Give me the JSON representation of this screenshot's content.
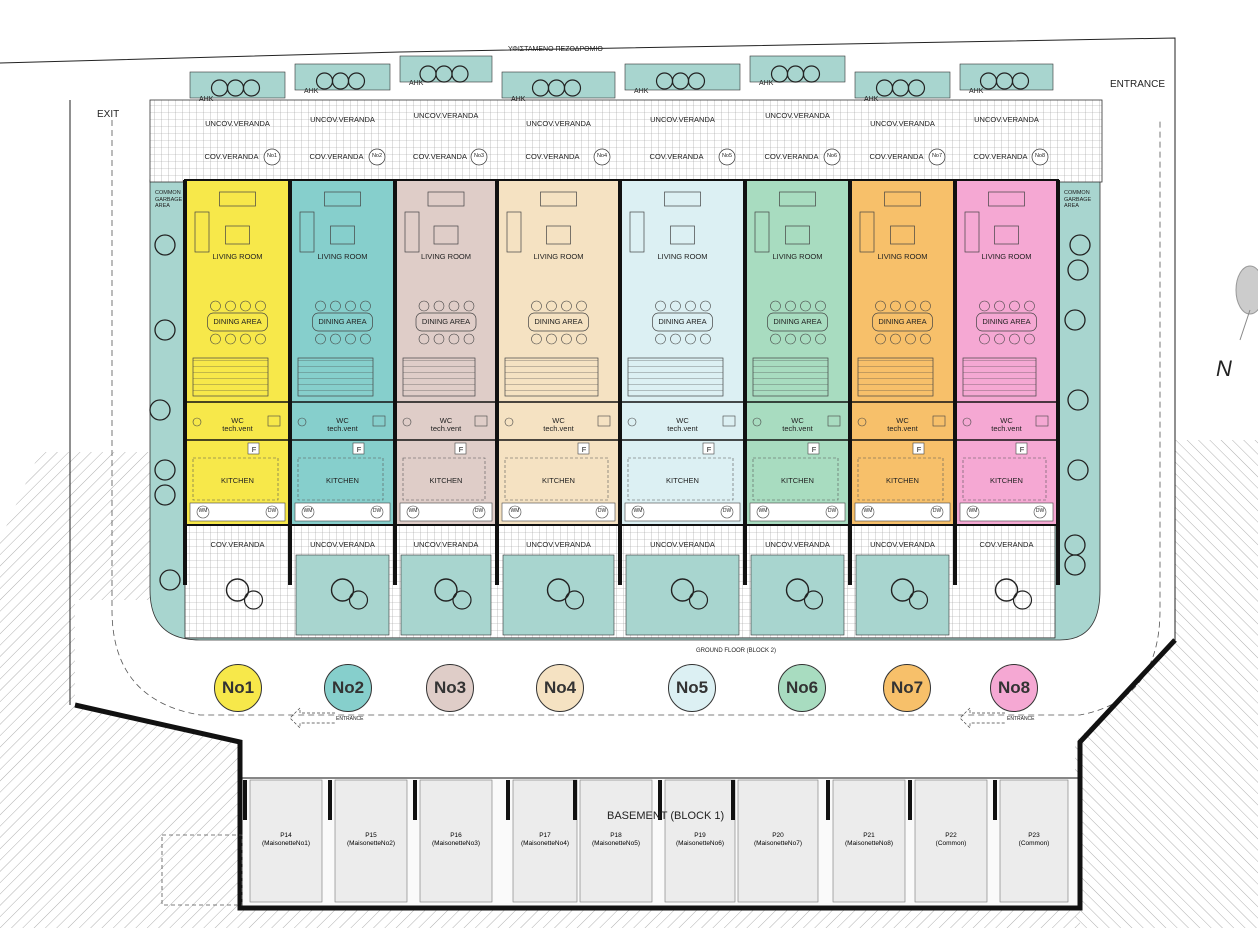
{
  "labels": {
    "street": "ΥΦΙΣΤΑΜΕΝΟ ΠΕΖΟΔΡΟΜΙΟ",
    "exit": "EXIT",
    "entrance_top": "ENTRANCE",
    "entrance_small": "ENTRANCE",
    "ground_floor": "GROUND FLOOR (BLOCK 2)",
    "basement": "BASEMENT (BLOCK 1)",
    "north": "N",
    "garbage": [
      "COMMON",
      "GARBAGE",
      "AREA"
    ],
    "ahk": "AHK",
    "uncov_veranda": "UNCOV.VERANDA",
    "cov_veranda": "COV.VERANDA",
    "living_room": "LIVING ROOM",
    "dining_area": "DINING AREA",
    "wc": "WC",
    "tech_vent": "tech.vent",
    "kitchen": "KITCHEN",
    "fridge": "F",
    "wm": "WM",
    "dw": "DW"
  },
  "units": [
    {
      "badge": "No1",
      "tag": "No1",
      "color": "#f7e84a"
    },
    {
      "badge": "No2",
      "tag": "No2",
      "color": "#86cfcc"
    },
    {
      "badge": "No3",
      "tag": "No3",
      "color": "#dfcdc8"
    },
    {
      "badge": "No4",
      "tag": "No4",
      "color": "#f5e2c2"
    },
    {
      "badge": "No5",
      "tag": "No5",
      "color": "#dcf0f3"
    },
    {
      "badge": "No6",
      "tag": "No6",
      "color": "#a8dcc0"
    },
    {
      "badge": "No7",
      "tag": "No7",
      "color": "#f7c06a"
    },
    {
      "badge": "No8",
      "tag": "No8",
      "color": "#f5a8d3"
    }
  ],
  "parking": [
    {
      "id": "P14",
      "owner": "(MaisonetteNo1)"
    },
    {
      "id": "P15",
      "owner": "(MaisonetteNo2)"
    },
    {
      "id": "P16",
      "owner": "(MaisonetteNo3)"
    },
    {
      "id": "P17",
      "owner": "(MaisonetteNo4)"
    },
    {
      "id": "P18",
      "owner": "(MaisonetteNo5)"
    },
    {
      "id": "P19",
      "owner": "(MaisonetteNo6)"
    },
    {
      "id": "P20",
      "owner": "(MaisonetteNo7)"
    },
    {
      "id": "P21",
      "owner": "(MaisonetteNo8)"
    },
    {
      "id": "P22",
      "owner": "(Common)"
    },
    {
      "id": "P23",
      "owner": "(Common)"
    }
  ],
  "colors": {
    "garden": "#a8d5cf",
    "paving_line": "#9a9a9a",
    "wall": "#111111",
    "basement_bay": "#ececec",
    "hatch": "#b0b0b0"
  }
}
